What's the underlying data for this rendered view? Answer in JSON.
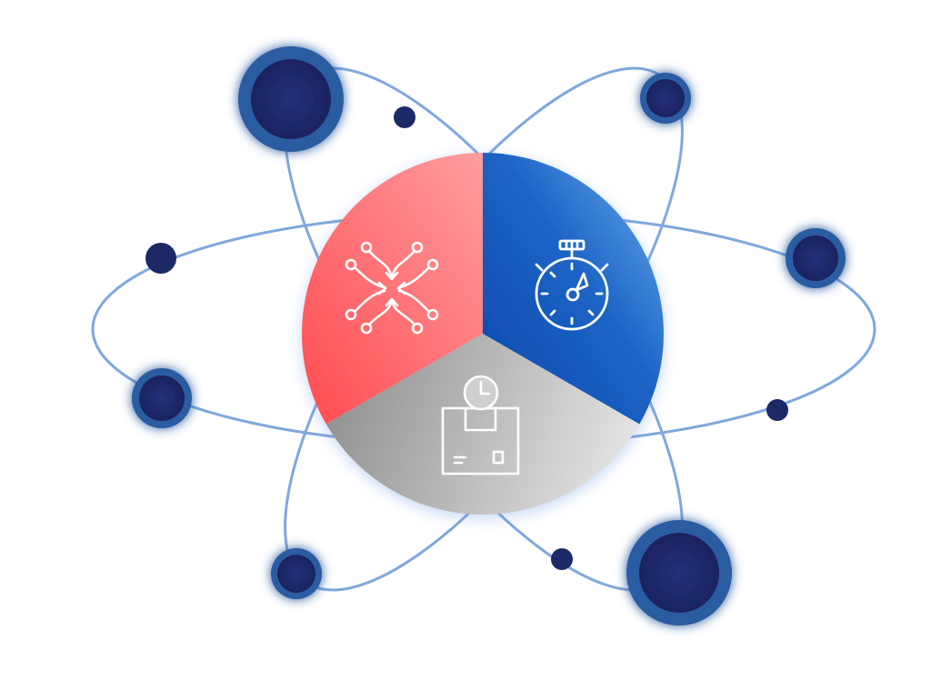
{
  "diagram": {
    "type": "atom-orbit-pie",
    "segments": [
      {
        "id": "converge",
        "icon": "converging-arrows-icon",
        "share": 0.3333,
        "colors": [
          "#ff5a5e",
          "#ff9a9c"
        ]
      },
      {
        "id": "speed",
        "icon": "stopwatch-icon",
        "share": 0.3333,
        "colors": [
          "#0b4fb3",
          "#5ea6ea"
        ]
      },
      {
        "id": "delivery",
        "icon": "timed-package-icon",
        "share": 0.3334,
        "colors": [
          "#9c9c9c",
          "#dcdcdc"
        ]
      }
    ],
    "orbit_color": "#7fa8dd",
    "node_fill": "#1b2a66",
    "node_ring": "#2f5ea3",
    "icon_color": "#ffffff"
  }
}
